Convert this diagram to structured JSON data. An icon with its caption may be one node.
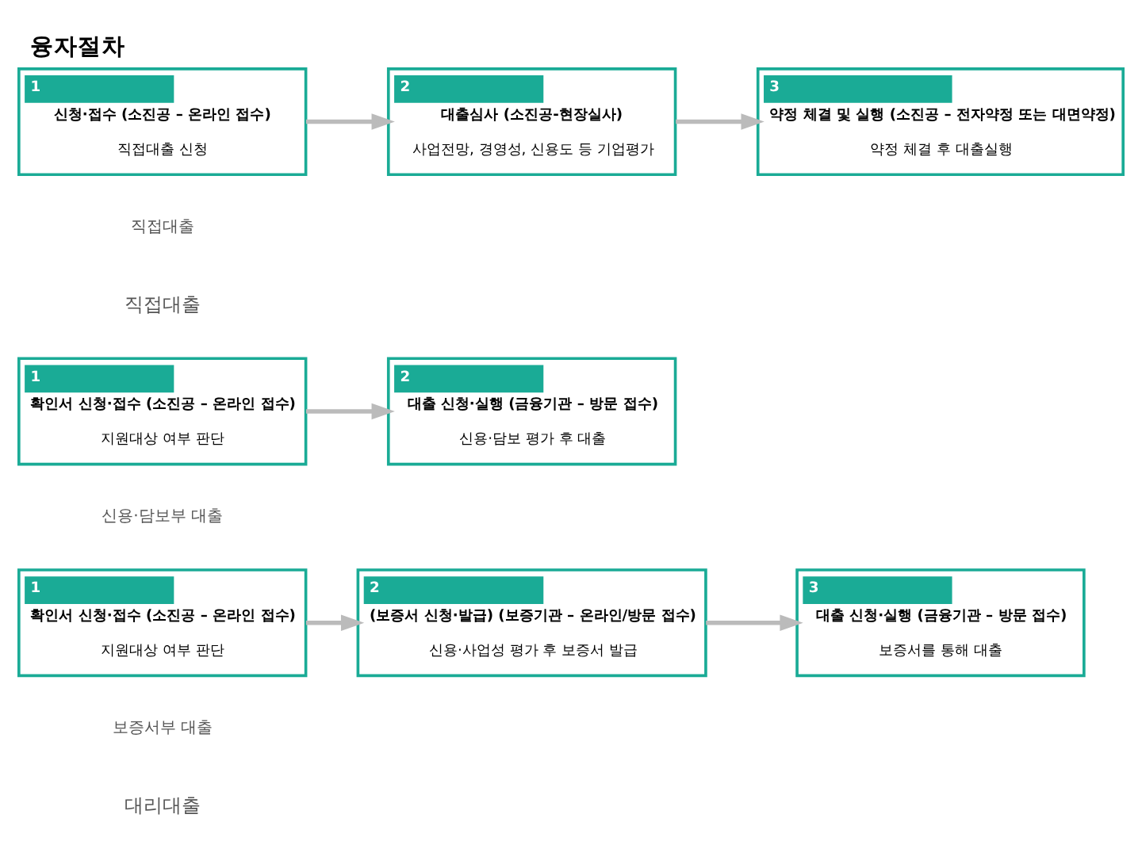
{
  "diagram": {
    "title": "융자절차",
    "nodes": [
      {
        "text": [
          "1",
          "확인서 신청·접수 (소진공 – 온라인 접수)",
          "지원대상 여부 판단"
        ]
      },
      {
        "text": [
          "2",
          "(보증서 신청·발급) (보증기관 – 온라인/방문 접수)",
          "신용·사업성 평가 후 보증서 발급"
        ]
      },
      {
        "text": [
          "3",
          "대출 신청·실행 (금융기관 – 방문 접수)",
          "보증서를 통해 대출"
        ]
      },
      {
        "text": [
          "1",
          "확인서 신청·접수 (소진공 – 온라인 접수)",
          "지원대상 여부 판단"
        ]
      },
      {
        "text": [
          "2",
          "대출 신청·실행 (금융기관 – 방문 접수)",
          "신용·담보 평가 후 대출"
        ]
      },
      {
        "text": [
          "1",
          "신청·접수 (소진공 – 온라인 접수)",
          "직접대출 신청"
        ]
      },
      {
        "text": [
          "2",
          "대출심사 (소진공-현장실사)",
          "사업전망, 경영성, 신용도 등 기업평가"
        ]
      },
      {
        "text": [
          "3",
          "약정 체결 및 실행 (소진공 – 전자약정 또는 대면약정)",
          "약정 체결 후 대출실행"
        ]
      }
    ],
    "edges": [
      {
        "from": 0,
        "to": 1,
        "arrow": "to"
      },
      {
        "from": 1,
        "to": 2,
        "arrow": "to"
      },
      {
        "from": 3,
        "to": 4,
        "arrow": "to"
      },
      {
        "from": 5,
        "to": 6,
        "arrow": "to"
      },
      {
        "from": 6,
        "to": 7,
        "arrow": "to"
      }
    ],
    "labels": [
      "대리대출",
      "보증서부 대출",
      "신용·담보부 대출",
      "직접대출",
      "직접대출"
    ]
  }
}
